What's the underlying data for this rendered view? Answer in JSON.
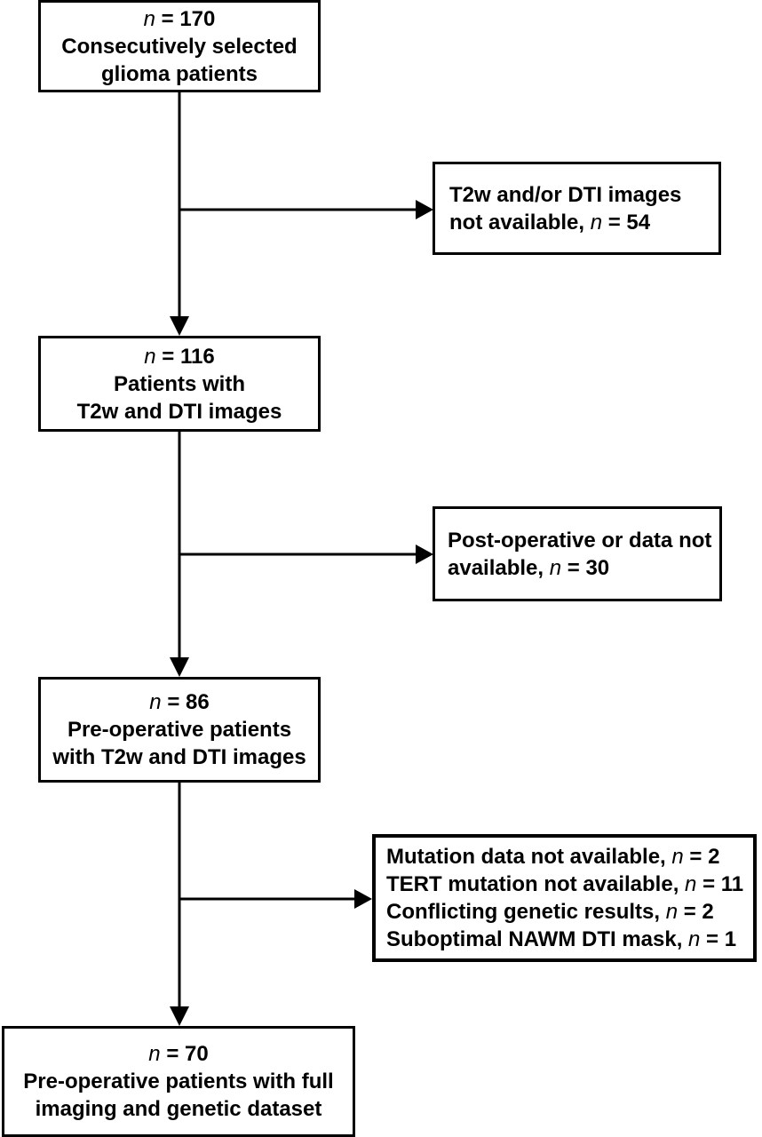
{
  "flow": {
    "box1": {
      "count_var": "n",
      "count_rest": " = 170",
      "line1": "Consecutively selected",
      "line2": "glioma patients"
    },
    "excl1": {
      "line1": "T2w and/or DTI images",
      "line2_pre": "not available, ",
      "var": "n",
      "line2_post": " = 54"
    },
    "box2": {
      "count_var": "n",
      "count_rest": " = 116",
      "line1": "Patients with",
      "line2": "T2w and DTI images"
    },
    "excl2": {
      "line1": "Post-operative or data not",
      "line2_pre": "available, ",
      "var": "n",
      "line2_post": " = 30"
    },
    "box3": {
      "count_var": "n",
      "count_rest": " = 86",
      "line1": "Pre-operative patients",
      "line2": "with T2w and DTI images"
    },
    "excl3": {
      "items": [
        {
          "pre": "Mutation data not available, ",
          "var": "n",
          "post": " = 2"
        },
        {
          "pre": "TERT mutation not available, ",
          "var": "n",
          "post": " = 11"
        },
        {
          "pre": "Conflicting genetic results, ",
          "var": "n",
          "post": " = 2"
        },
        {
          "pre": "Suboptimal NAWM DTI mask, ",
          "var": "n",
          "post": " = 1"
        }
      ]
    },
    "box4": {
      "count_var": "n",
      "count_rest": " = 70",
      "line1": "Pre-operative patients with full",
      "line2": "imaging and genetic dataset"
    }
  }
}
